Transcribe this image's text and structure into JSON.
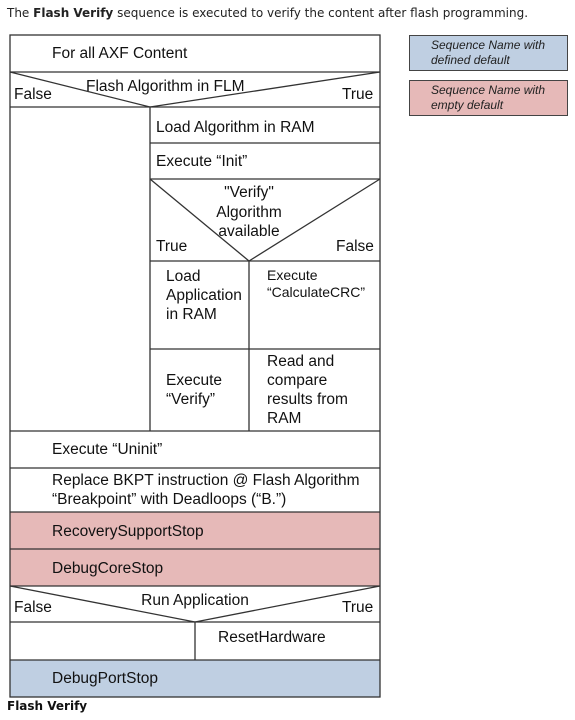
{
  "intro": {
    "prefix": "The ",
    "bold": "Flash Verify",
    "suffix": " sequence is executed to verify the content after flash programming."
  },
  "legend": {
    "defined": {
      "line1": "Sequence Name with",
      "line2": "defined default",
      "fill": "#bfcfe2"
    },
    "empty": {
      "line1": "Sequence Name with",
      "line2": "empty default",
      "fill": "#e6b9b8"
    }
  },
  "colors": {
    "border": "#333333",
    "blue": "#bfcfe2",
    "pink": "#e6b9b8"
  },
  "flow": {
    "loop": "For all AXF Content",
    "decision1": {
      "condition": "Flash Algorithm in FLM",
      "false": "False",
      "true": "True"
    },
    "load_algorithm": "Load Algorithm in RAM",
    "execute_init": "Execute “Init”",
    "decision2": {
      "line1": "\"Verify\"",
      "line2": "Algorithm",
      "line3": "available",
      "true": "True",
      "false": "False"
    },
    "load_app": {
      "line1": "Load",
      "line2": "Application",
      "line3": "in RAM"
    },
    "execute_crc": {
      "line1": "Execute",
      "line2": "“CalculateCRC”"
    },
    "execute_verify": {
      "line1": "Execute",
      "line2": "“Verify”"
    },
    "read_compare": {
      "line1": "Read and",
      "line2": "compare",
      "line3": "results from",
      "line4": "RAM"
    },
    "execute_uninit": "Execute “Uninit”",
    "replace_bkpt": {
      "line1": "Replace BKPT instruction @ Flash Algorithm",
      "line2": "“Breakpoint” with Deadloops (“B.”)"
    },
    "recovery_stop": "RecoverySupportStop",
    "debug_core_stop": "DebugCoreStop",
    "decision3": {
      "condition": "Run Application",
      "false": "False",
      "true": "True"
    },
    "reset_hardware": "ResetHardware",
    "debug_port_stop": "DebugPortStop"
  },
  "caption": "Flash Verify"
}
